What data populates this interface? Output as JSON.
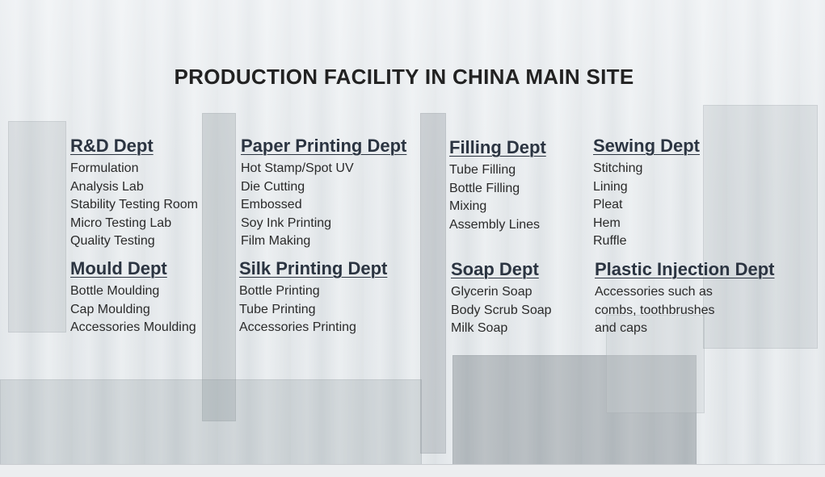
{
  "page_title": "PRODUCTION FACILITY IN CHINA MAIN SITE",
  "departments": [
    {
      "heading": "R&D Dept",
      "items": [
        "Formulation",
        "Analysis Lab",
        "Stability Testing Room",
        "Micro Testing Lab",
        "Quality Testing"
      ]
    },
    {
      "heading": "Paper Printing Dept",
      "items": [
        "Hot Stamp/Spot UV",
        "Die Cutting",
        "Embossed",
        "Soy Ink Printing",
        "Film Making"
      ]
    },
    {
      "heading": "Filling Dept",
      "items": [
        "Tube Filling",
        "Bottle Filling",
        "Mixing",
        "Assembly Lines"
      ]
    },
    {
      "heading": "Sewing Dept",
      "items": [
        "Stitching",
        "Lining",
        "Pleat",
        "Hem",
        "Ruffle"
      ]
    },
    {
      "heading": "Mould Dept",
      "items": [
        "Bottle Moulding",
        "Cap Moulding",
        "Accessories Moulding"
      ]
    },
    {
      "heading": "Silk Printing Dept",
      "items": [
        "Bottle Printing",
        "Tube Printing",
        "Accessories Printing"
      ]
    },
    {
      "heading": "Soap Dept",
      "items": [
        "Glycerin Soap",
        "Body Scrub Soap",
        "Milk Soap"
      ]
    },
    {
      "heading": "Plastic Injection Dept",
      "text": "Accessories  such as combs, toothbrushes and caps"
    }
  ]
}
